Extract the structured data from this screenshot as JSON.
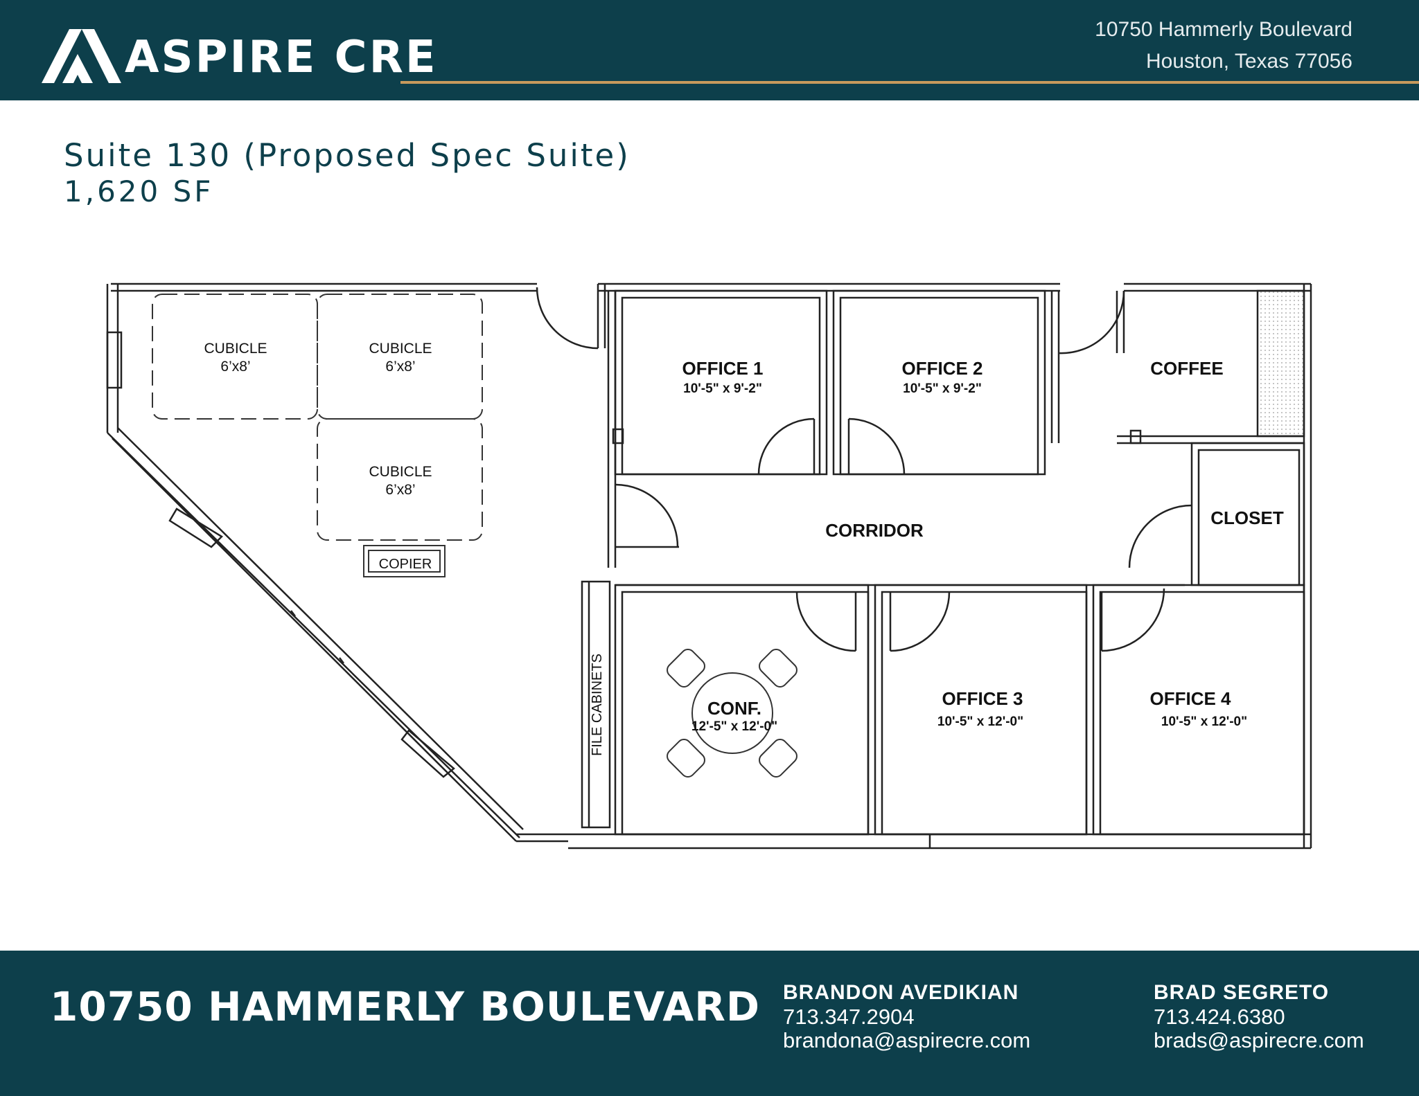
{
  "header": {
    "brand_name": "ASPIRE CRE",
    "address_line1": "10750 Hammerly Boulevard",
    "address_line2": "Houston, Texas 77056",
    "logo_icon": "aspire-mountain-logo-icon"
  },
  "suite": {
    "title": "Suite 130 (Proposed Spec Suite)",
    "area": "1,620 SF"
  },
  "floorplan": {
    "cubicle_label": "CUBICLE",
    "cubicle_size": "6’x8’",
    "copier": "COPIER",
    "office1_name": "OFFICE 1",
    "office1_size": "10'-5\" x 9'-2\"",
    "office2_name": "OFFICE 2",
    "office2_size": "10'-5\" x 9'-2\"",
    "coffee": "COFFEE",
    "closet": "CLOSET",
    "corridor": "CORRIDOR",
    "file_cabinets": "FILE CABINETS",
    "conf_name": "CONF.",
    "conf_size": "12'-5\" x 12'-0\"",
    "office3_name": "OFFICE 3",
    "office3_size": "10'-5\" x 12'-0\"",
    "office4_name": "OFFICE 4",
    "office4_size": "10'-5\" x 12'-0\""
  },
  "footer": {
    "property": "10750 HAMMERLY BOULEVARD",
    "contacts": [
      {
        "name": "BRANDON AVEDIKIAN",
        "phone": "713.347.2904",
        "email": "brandona@aspirecre.com"
      },
      {
        "name": "BRAD SEGRETO",
        "phone": "713.424.6380",
        "email": "brads@aspirecre.com"
      }
    ]
  },
  "colors": {
    "brand_teal": "#0d3f4b",
    "accent_gold": "#c79a5c"
  }
}
